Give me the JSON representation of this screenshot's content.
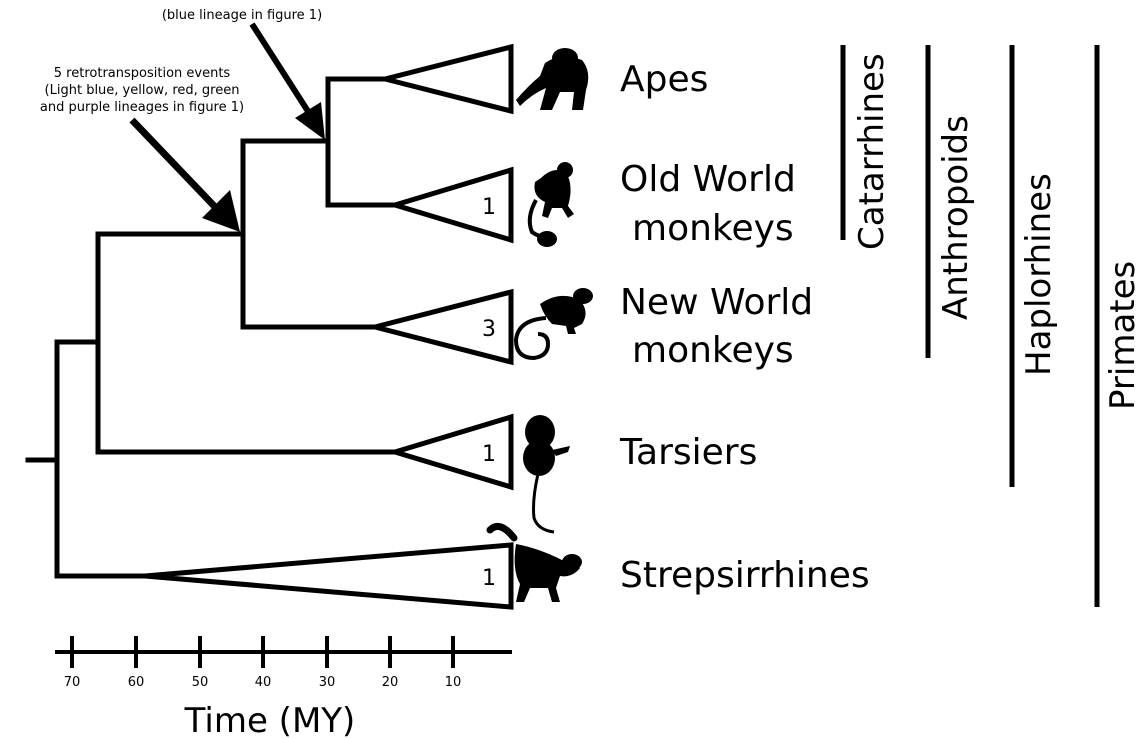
{
  "taxa": [
    {
      "name": "Apes",
      "line1": "Apes",
      "line2": "",
      "count": ""
    },
    {
      "name": "Old World monkeys",
      "line1": "Old World",
      "line2": "monkeys",
      "count": "1"
    },
    {
      "name": "New World monkeys",
      "line1": "New World",
      "line2": "monkeys",
      "count": "3"
    },
    {
      "name": "Tarsiers",
      "line1": "Tarsiers",
      "line2": "",
      "count": "1"
    },
    {
      "name": "Strepsirrhines",
      "line1": "Strepsirrhines",
      "line2": "",
      "count": "1"
    }
  ],
  "clades": [
    {
      "name": "Catarrhines"
    },
    {
      "name": "Anthropoids"
    },
    {
      "name": "Haplorhines"
    },
    {
      "name": "Primates"
    }
  ],
  "annotations": {
    "top": {
      "line1": "(blue lineage in figure 1)"
    },
    "left": {
      "line1": "5 retrotransposition events",
      "line2": "(Light blue, yellow, red, green",
      "line3": "and purple lineages in figure 1)"
    }
  },
  "time_axis": {
    "label": "Time (MY)",
    "ticks": [
      "70",
      "60",
      "50",
      "40",
      "30",
      "20",
      "10"
    ]
  }
}
